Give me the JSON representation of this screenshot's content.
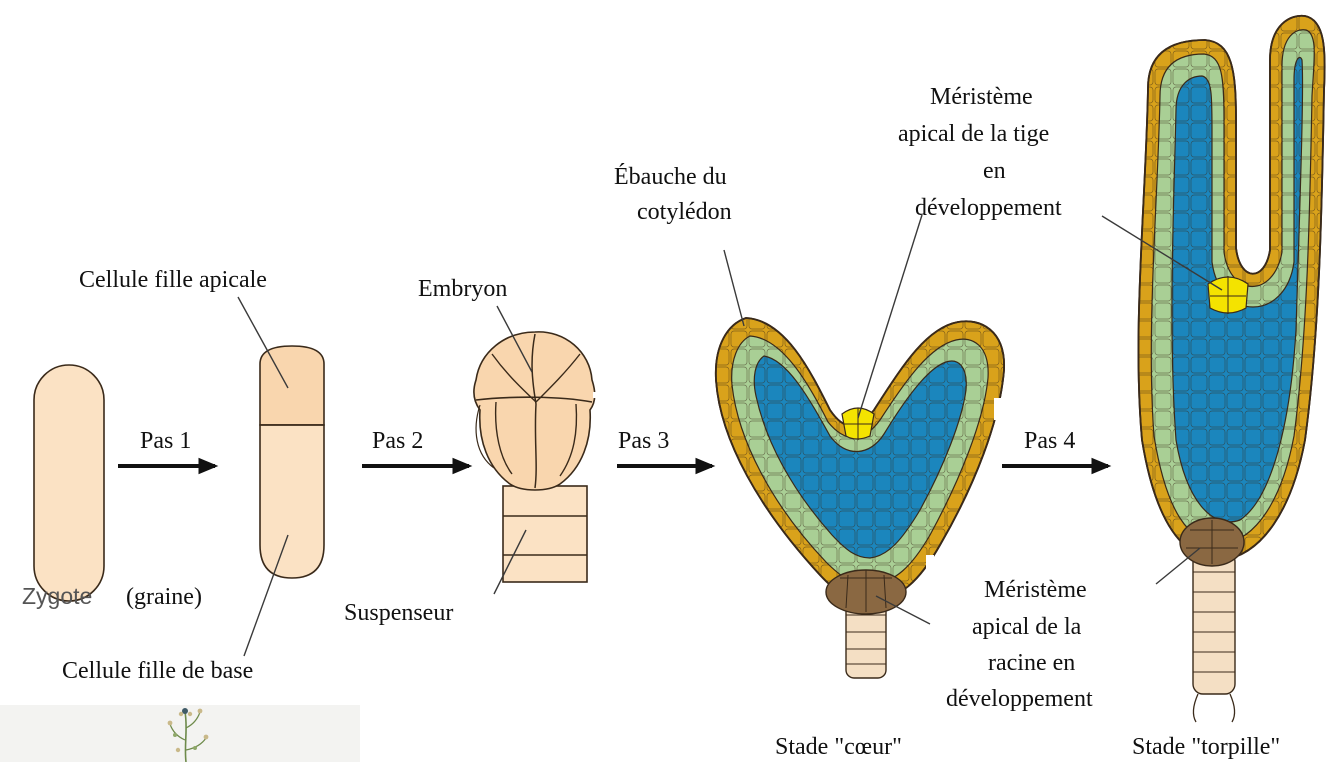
{
  "stages": {
    "zygote_label": "Zygote",
    "zygote_note": "(graine)",
    "heart": "Stade \"cœur\"",
    "torpedo": "Stade \"torpille\""
  },
  "steps": [
    "Pas 1",
    "Pas 2",
    "Pas 3",
    "Pas 4"
  ],
  "labels": {
    "apical_daughter": "Cellule fille apicale",
    "basal_daughter": "Cellule fille de base",
    "embryo": "Embryon",
    "suspensor": "Suspenseur",
    "cotyledon": [
      "Ébauche du",
      "cotylédon"
    ],
    "shoot_meristem": [
      "Méristème",
      "apical de la tige",
      "en",
      "développement"
    ],
    "root_meristem": [
      "Méristème",
      "apical de la",
      "racine en",
      "développement"
    ]
  },
  "colors": {
    "cell_fill": "#fbe2c4",
    "cell_stroke": "#3a2a1a",
    "protoderm": "#d9a21b",
    "ground_tissue": "#a9cf95",
    "vascular": "#1b86bd",
    "shoot_meristem": "#f4e300",
    "root_meristem": "#8a6842",
    "suspensor": "#f4dfc4"
  }
}
